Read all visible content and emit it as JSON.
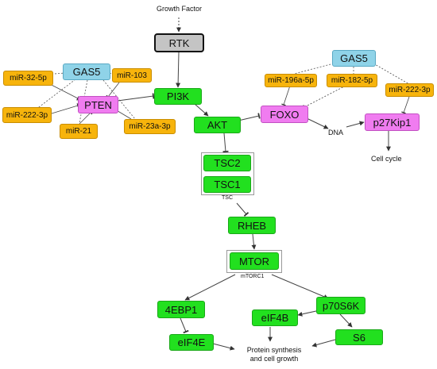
{
  "nodes": {
    "growth_factor": "Growth Factor",
    "rtk": "RTK",
    "gas5_left": "GAS5",
    "mir_32_5p": "miR-32-5p",
    "mir_103": "miR-103",
    "pten": "PTEN",
    "mir_222_3p_left": "miR-222-3p",
    "mir_21": "miR-21",
    "mir_23a_3p": "miR-23a-3p",
    "pi3k": "PI3K",
    "akt": "AKT",
    "gas5_right": "GAS5",
    "mir_196a_5p": "miR-196a-5p",
    "mir_182_5p": "miR-182-5p",
    "mir_222_3p_right": "miR-222-3p",
    "foxo": "FOXO",
    "dna": "DNA",
    "p27kip1": "p27Kip1",
    "cell_cycle": "Cell cycle",
    "tsc2": "TSC2",
    "tsc1": "TSC1",
    "tsc_label": "TSC",
    "rheb": "RHEB",
    "mtor": "MTOR",
    "mtorc1_label": "mTORC1",
    "ebp1": "4EBP1",
    "p70s6k": "p70S6K",
    "eif4b": "eIF4B",
    "eif4e": "eIF4E",
    "s6": "S6",
    "protein_line1": "Protein synthesis",
    "protein_line2": "and cell growth"
  },
  "colors": {
    "green": "#22e01f",
    "orange": "#f7b40c",
    "blue": "#8fd3e8",
    "pink": "#f07cf0",
    "gray": "#c4c4c4"
  }
}
